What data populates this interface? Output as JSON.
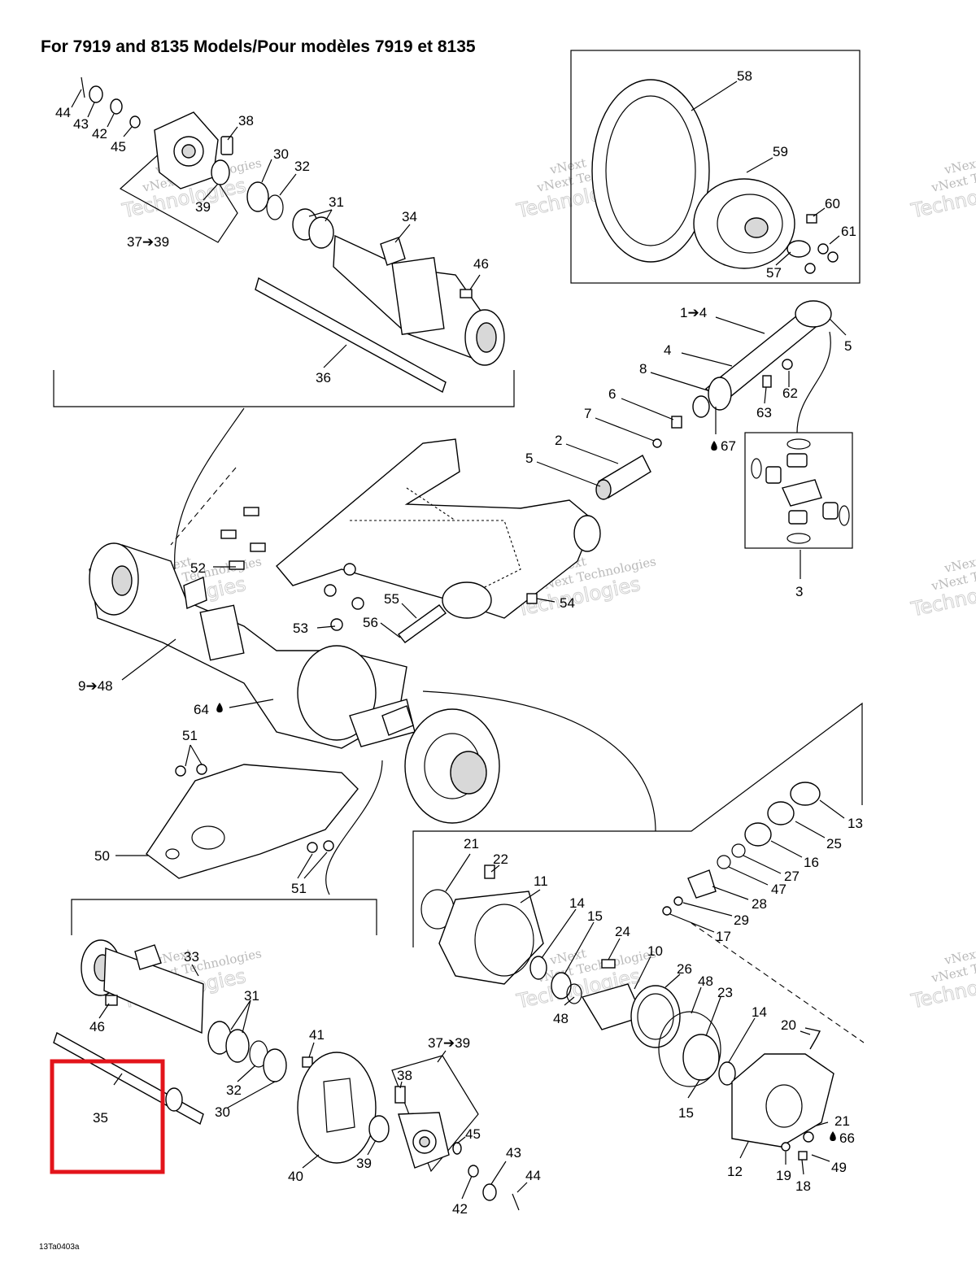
{
  "title": "For 7919 and 8135 Models/Pour modèles 7919 et 8135",
  "footer_code": "13Ta0403a",
  "watermark": {
    "line1": "vNext",
    "line2": "vNext Technologies",
    "line3": "Technologies"
  },
  "highlight": {
    "label": "35",
    "color": "#e3141b"
  },
  "drop_symbol": "💧",
  "callouts": {
    "c44a": "44",
    "c43a": "43",
    "c42a": "42",
    "c45a": "45",
    "c38a": "38",
    "c30a": "30",
    "c32a": "32",
    "c31a": "31",
    "c39a": "39",
    "c3739a": "37➔39",
    "c34": "34",
    "c46a": "46",
    "c36": "36",
    "c58": "58",
    "c59": "59",
    "c60": "60",
    "c61": "61",
    "c57": "57",
    "c14a": "1➔4",
    "c4": "4",
    "c5a": "5",
    "c8": "8",
    "c62": "62",
    "c63": "63",
    "c6": "6",
    "c7": "7",
    "c67": "67",
    "c2": "2",
    "c5b": "5",
    "c3": "3",
    "c52": "52",
    "c53": "53",
    "c55": "55",
    "c56": "56",
    "c54": "54",
    "c948": "9➔48",
    "c64": "64",
    "c51a": "51",
    "c50": "50",
    "c51b": "51",
    "c13": "13",
    "c25": "25",
    "c16": "16",
    "c27": "27",
    "c47": "47",
    "c28": "28",
    "c29": "29",
    "c17": "17",
    "c21a": "21",
    "c22": "22",
    "c11": "11",
    "c14": "14",
    "c15a": "15",
    "c24": "24",
    "c10": "10",
    "c26": "26",
    "c48a": "48",
    "c23": "23",
    "c48b": "48",
    "c14b": "14",
    "c20": "20",
    "c15b": "15",
    "c21b": "21",
    "c66": "66",
    "c49": "49",
    "c12": "12",
    "c19": "19",
    "c18": "18",
    "c33": "33",
    "c31b": "31",
    "c46b": "46",
    "c32b": "32",
    "c30b": "30",
    "c41": "41",
    "c3739b": "37➔39",
    "c38b": "38",
    "c45b": "45",
    "c43b": "43",
    "c44b": "44",
    "c39b": "39",
    "c40": "40",
    "c42b": "42"
  }
}
